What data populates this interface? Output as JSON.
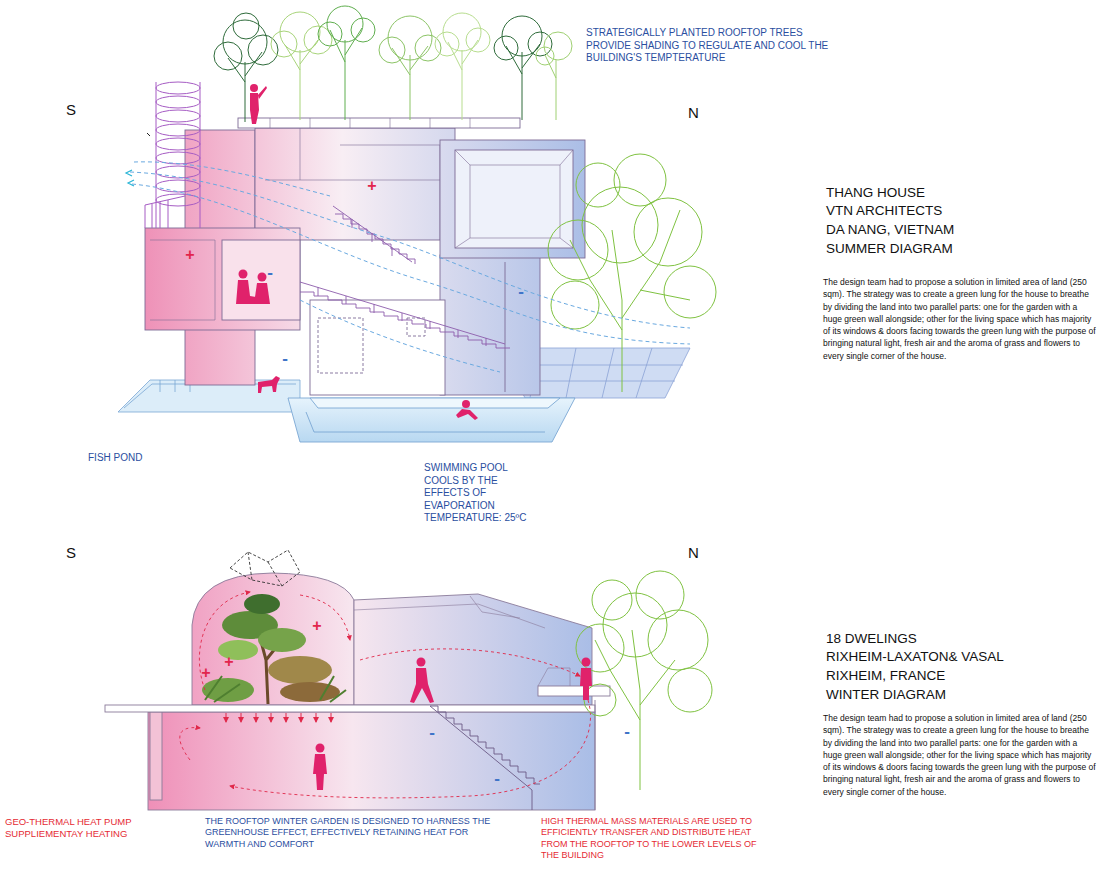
{
  "diagram": {
    "labels": [
      "STRATEGICALLY PLANTED ROOFTOP TREES PROVIDE SHADING TO REGULATE AND COOL THE BUILDING'S TEMPTERATURE",
      "S",
      "N",
      "+",
      "THANG HOUSE",
      "VTN ARCHITECTS",
      "DA NANG, VIETNAM",
      "SUMMER DIAGRAM",
      "+",
      "-",
      "The design team had to propose a solution in limited area of land (250 sqm). The strategy was to create a green lung for the house to breathe by dividing the land into two parallel parts: one for the garden with a huge green wall alongside; other for the living space which has majority of its windows & doors facing towards the green lung with the purpose of bringing natural light, fresh air and the aroma of grass and flowers to every single corner of the house.",
      "-",
      "-",
      "FISH POND",
      "SWIMMING POOL COOLS BY THE EFFECTS OF EVAPORATION TEMPERATURE: 25ºC",
      "S",
      "N",
      "+",
      "18 DWELINGS",
      "RIXHEIM-LAXATON& VASAL",
      "RIXHEIM, FRANCE",
      "WINTER DIAGRAM",
      "+",
      "+",
      "-",
      "-",
      "The design team had to propose a solution in limited area of land (250 sqm). The strategy was to create a green lung for the house to breathe by dividing the land into two parallel parts: one for the garden with a huge green wall alongside; other for the living space which has majority of its windows & doors facing towards the green lung with the purpose of bringing natural light, fresh air and the aroma of grass and flowers to every single corner of the house.",
      "-",
      "GEO-THERMAL HEAT PUMP SUPPLIEMENTAY HEATING",
      "THE ROOFTOP WINTER GARDEN IS DESIGNED TO HARNESS THE GREENHOUSE EFFECT, EFFECTIVELY RETAINING HEAT FOR WARMTH AND COMFORT",
      "HIGH THERMAL MASS MATERIALS ARE USED TO EFFICIENTLY TRANSFER AND DISTRIBUTE HEAT FROM THE ROOFTOP TO THE LOWER LEVELS OF THE BUILDING"
    ]
  }
}
